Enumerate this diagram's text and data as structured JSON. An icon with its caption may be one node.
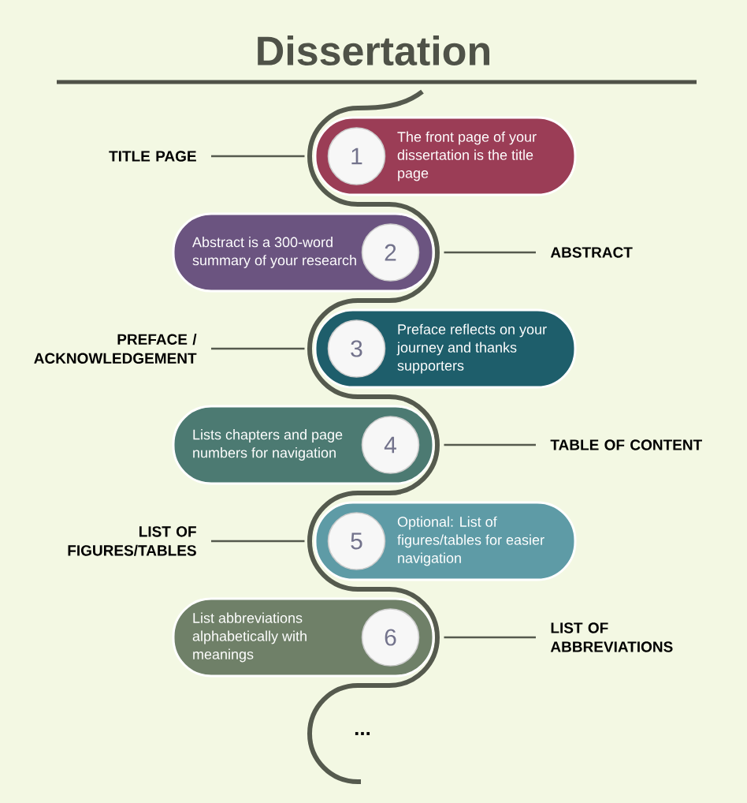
{
  "diagram": {
    "title": "Dissertation",
    "nodes": [
      {
        "text": [
          "TITLE PAGE"
        ]
      },
      {
        "text": [
          "The front page of your dissertation is the title page"
        ]
      },
      {
        "text": [
          "1"
        ],
        "in": 1
      },
      {
        "text": [
          "ABSTRACT"
        ]
      },
      {
        "text": [
          "Abstract is a 300-word summary of your research"
        ]
      },
      {
        "text": [
          "2"
        ],
        "in": 4
      },
      {
        "text": [
          "PREFACE / ACKNOWLEDGEMENT"
        ]
      },
      {
        "text": [
          "Preface reflects on your journey and thanks supporters"
        ]
      },
      {
        "text": [
          "3"
        ],
        "in": 7
      },
      {
        "text": [
          "TABLE OF CONTENT"
        ]
      },
      {
        "text": [
          "Lists chapters and page numbers for navigation"
        ]
      },
      {
        "text": [
          "4"
        ],
        "in": 10
      },
      {
        "text": [
          "LIST OF FIGURES/TABLES"
        ]
      },
      {
        "text": [
          "Optional: List of figures/tables for easier navigation"
        ]
      },
      {
        "text": [
          "5"
        ],
        "in": 13
      },
      {
        "text": [
          "LIST OF ABBREVIATIONS"
        ]
      },
      {
        "text": [
          "List abbreviations alphabetically with meanings"
        ]
      },
      {
        "text": [
          "6"
        ],
        "in": 16
      }
    ],
    "edges": [
      {
        "from": 0,
        "to": 1,
        "arrow": "none"
      },
      {
        "from": 3,
        "to": 4,
        "arrow": "none"
      },
      {
        "from": 6,
        "to": 7,
        "arrow": "none"
      },
      {
        "from": 9,
        "to": 10,
        "arrow": "none"
      },
      {
        "from": 12,
        "to": 13,
        "arrow": "none"
      },
      {
        "from": 15,
        "to": 16,
        "arrow": "none"
      }
    ],
    "labels": [
      "..."
    ]
  }
}
